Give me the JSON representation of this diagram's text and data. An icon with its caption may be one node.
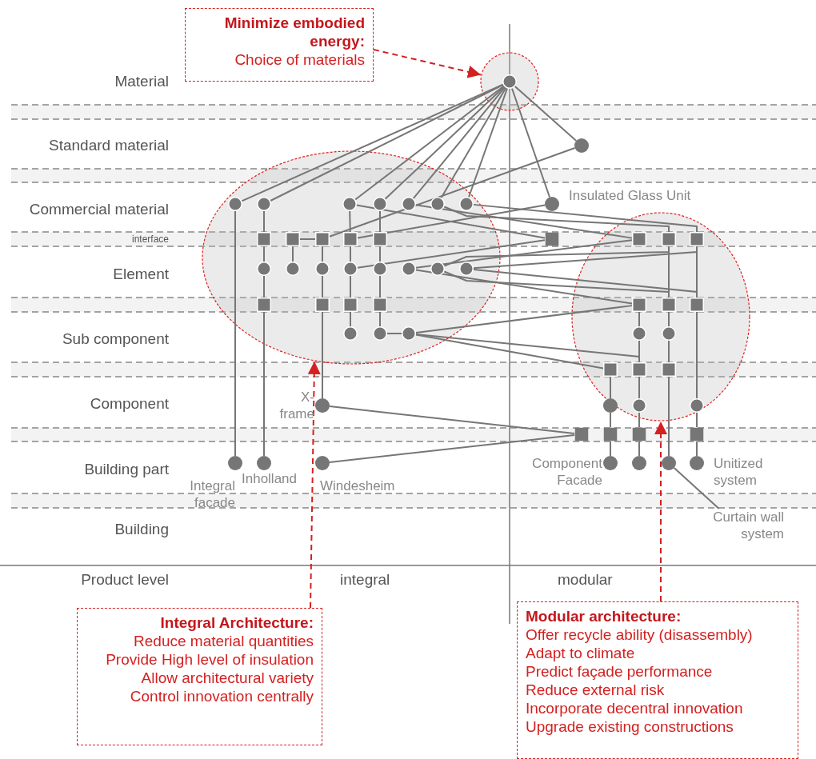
{
  "diagram": {
    "nodes": [
      {
        "text": [
          "Minimize embodied energy:",
          "Choice of materials"
        ]
      },
      {
        "text": [],
        "shape": "circle"
      },
      {
        "text": [],
        "shape": "circle",
        "in": 1
      },
      {
        "text": [],
        "shape": "circle"
      },
      {
        "text": [],
        "shape": "circle"
      },
      {
        "text": [],
        "shape": "circle",
        "in": 4
      },
      {
        "text": [],
        "shape": "circle",
        "in": 4
      },
      {
        "text": [],
        "shape": "circle",
        "in": 4
      },
      {
        "text": [],
        "shape": "circle",
        "in": 4
      },
      {
        "text": [],
        "shape": "circle",
        "in": 4
      },
      {
        "text": [],
        "shape": "circle",
        "in": 4
      },
      {
        "text": [],
        "shape": "circle",
        "in": 4
      },
      {
        "text": [],
        "shape": "circle",
        "beside": [
          "Insulated Glass Unit"
        ]
      },
      {
        "text": [],
        "shape": "box",
        "in": 4
      },
      {
        "text": [],
        "shape": "box",
        "in": 4
      },
      {
        "text": [],
        "shape": "box",
        "in": 4
      },
      {
        "text": [],
        "shape": "box",
        "in": 4
      },
      {
        "text": [],
        "shape": "box",
        "in": 4
      },
      {
        "text": [],
        "shape": "box"
      },
      {
        "text": [],
        "shape": "circle"
      },
      {
        "text": [],
        "shape": "box",
        "in": 19
      },
      {
        "text": [],
        "shape": "box",
        "in": 19
      },
      {
        "text": [],
        "shape": "box",
        "in": 19
      },
      {
        "text": [],
        "shape": "circle",
        "in": 4
      },
      {
        "text": [],
        "shape": "circle",
        "in": 4
      },
      {
        "text": [],
        "shape": "circle",
        "in": 4
      },
      {
        "text": [],
        "shape": "circle",
        "in": 4
      },
      {
        "text": [],
        "shape": "circle",
        "in": 4
      },
      {
        "text": [],
        "shape": "circle",
        "in": 4
      },
      {
        "text": [],
        "shape": "circle",
        "in": 4
      },
      {
        "text": [],
        "shape": "circle",
        "in": 4
      },
      {
        "text": [],
        "shape": "box",
        "in": 4
      },
      {
        "text": [],
        "shape": "box",
        "in": 4
      },
      {
        "text": [],
        "shape": "box",
        "in": 4
      },
      {
        "text": [],
        "shape": "box",
        "in": 4
      },
      {
        "text": [],
        "shape": "box",
        "in": 19
      },
      {
        "text": [],
        "shape": "box",
        "in": 19
      },
      {
        "text": [],
        "shape": "box",
        "in": 19
      },
      {
        "text": [],
        "shape": "circle",
        "in": 4
      },
      {
        "text": [],
        "shape": "circle",
        "in": 4
      },
      {
        "text": [],
        "shape": "circle",
        "in": 4
      },
      {
        "text": [],
        "shape": "circle",
        "in": 19
      },
      {
        "text": [],
        "shape": "circle",
        "in": 19
      },
      {
        "text": [],
        "shape": "box",
        "in": 19
      },
      {
        "text": [],
        "shape": "box",
        "in": 19
      },
      {
        "text": [],
        "shape": "box",
        "in": 19
      },
      {
        "text": [],
        "shape": "circle",
        "beside": [
          "X-frame"
        ]
      },
      {
        "text": [],
        "shape": "circle"
      },
      {
        "text": [],
        "shape": "circle",
        "in": 19
      },
      {
        "text": [],
        "shape": "circle",
        "in": 19
      },
      {
        "text": [],
        "shape": "box"
      },
      {
        "text": [],
        "shape": "box"
      },
      {
        "text": [],
        "shape": "box"
      },
      {
        "text": [],
        "shape": "box"
      },
      {
        "text": [],
        "shape": "circle",
        "beside": [
          "Integral facade"
        ]
      },
      {
        "text": [],
        "shape": "circle",
        "beside": [
          "Inholland"
        ]
      },
      {
        "text": [],
        "shape": "circle",
        "beside": [
          "Windesheim"
        ]
      },
      {
        "text": [],
        "shape": "circle",
        "beside": [
          "Component Facade"
        ]
      },
      {
        "text": [],
        "shape": "circle"
      },
      {
        "text": [],
        "shape": "circle"
      },
      {
        "text": [],
        "shape": "circle",
        "beside": [
          "Unitized system"
        ]
      },
      {
        "text": [
          "Curtain wall system"
        ]
      },
      {
        "text": [
          "Integral Architecture:",
          "Reduce material quantities",
          "Provide High level of insulation",
          "Allow architectural variety",
          "Control innovation centrally"
        ]
      },
      {
        "text": [
          "Modular architecture:",
          "Offer recycle ability (disassembly)",
          "Adapt to climate",
          "Predict façade performance",
          "Reduce external risk",
          "Incorporate decentral innovation",
          "Upgrade existing constructions"
        ]
      }
    ],
    "edges": [
      {
        "from": 0,
        "to": 1,
        "arrow": "to",
        "style": "dashed",
        "color": "#d42020"
      },
      {
        "from": 2,
        "to": 5,
        "arrow": "none"
      },
      {
        "from": 2,
        "to": 6,
        "arrow": "none"
      },
      {
        "from": 2,
        "to": 7,
        "arrow": "none"
      },
      {
        "from": 2,
        "to": 8,
        "arrow": "none"
      },
      {
        "from": 2,
        "to": 9,
        "arrow": "none"
      },
      {
        "from": 2,
        "to": 10,
        "arrow": "none"
      },
      {
        "from": 2,
        "to": 11,
        "arrow": "none"
      },
      {
        "from": 2,
        "to": 12,
        "arrow": "none"
      },
      {
        "from": 2,
        "to": 3,
        "arrow": "none"
      },
      {
        "from": 5,
        "to": 54,
        "arrow": "none"
      },
      {
        "from": 6,
        "to": 13,
        "arrow": "none"
      },
      {
        "from": 13,
        "to": 23,
        "arrow": "none"
      },
      {
        "from": 23,
        "to": 31,
        "arrow": "none"
      },
      {
        "from": 31,
        "to": 55,
        "arrow": "none"
      },
      {
        "from": 14,
        "to": 24,
        "arrow": "none"
      },
      {
        "from": 14,
        "to": 15,
        "arrow": "none"
      },
      {
        "from": 15,
        "to": 3,
        "arrow": "none"
      },
      {
        "from": 15,
        "to": 25,
        "arrow": "none"
      },
      {
        "from": 25,
        "to": 32,
        "arrow": "none"
      },
      {
        "from": 32,
        "to": 46,
        "arrow": "none"
      },
      {
        "from": 7,
        "to": 16,
        "arrow": "none"
      },
      {
        "from": 16,
        "to": 26,
        "arrow": "none"
      },
      {
        "from": 26,
        "to": 33,
        "arrow": "none"
      },
      {
        "from": 33,
        "to": 38,
        "arrow": "none"
      },
      {
        "from": 16,
        "to": 12,
        "arrow": "none"
      },
      {
        "from": 7,
        "to": 18,
        "arrow": "none"
      },
      {
        "from": 26,
        "to": 18,
        "arrow": "none"
      },
      {
        "from": 8,
        "to": 17,
        "arrow": "none"
      },
      {
        "from": 17,
        "to": 27,
        "arrow": "none"
      },
      {
        "from": 27,
        "to": 34,
        "arrow": "none"
      },
      {
        "from": 34,
        "to": 39,
        "arrow": "none"
      },
      {
        "from": 9,
        "to": 20,
        "arrow": "none"
      },
      {
        "from": 10,
        "to": 21,
        "arrow": "none"
      },
      {
        "from": 11,
        "to": 22,
        "arrow": "none"
      },
      {
        "from": 28,
        "to": 20,
        "arrow": "none"
      },
      {
        "from": 29,
        "to": 21,
        "arrow": "none"
      },
      {
        "from": 30,
        "to": 22,
        "arrow": "none"
      },
      {
        "from": 28,
        "to": 35,
        "arrow": "none"
      },
      {
        "from": 29,
        "to": 36,
        "arrow": "none"
      },
      {
        "from": 30,
        "to": 37,
        "arrow": "none"
      },
      {
        "from": 39,
        "to": 40,
        "arrow": "none"
      },
      {
        "from": 40,
        "to": 35,
        "arrow": "none"
      },
      {
        "from": 40,
        "to": 43,
        "arrow": "none"
      },
      {
        "from": 40,
        "to": 44,
        "arrow": "none"
      },
      {
        "from": 35,
        "to": 41,
        "arrow": "none"
      },
      {
        "from": 41,
        "to": 44,
        "arrow": "none"
      },
      {
        "from": 44,
        "to": 48,
        "arrow": "none"
      },
      {
        "from": 48,
        "to": 52,
        "arrow": "none"
      },
      {
        "from": 52,
        "to": 58,
        "arrow": "none"
      },
      {
        "from": 43,
        "to": 47,
        "arrow": "none"
      },
      {
        "from": 47,
        "to": 51,
        "arrow": "none"
      },
      {
        "from": 51,
        "to": 57,
        "arrow": "none"
      },
      {
        "from": 21,
        "to": 36,
        "arrow": "none"
      },
      {
        "from": 36,
        "to": 42,
        "arrow": "none"
      },
      {
        "from": 42,
        "to": 45,
        "arrow": "none"
      },
      {
        "from": 45,
        "to": 59,
        "arrow": "none"
      },
      {
        "from": 22,
        "to": 37,
        "arrow": "none"
      },
      {
        "from": 37,
        "to": 49,
        "arrow": "none"
      },
      {
        "from": 49,
        "to": 53,
        "arrow": "none"
      },
      {
        "from": 53,
        "to": 60,
        "arrow": "none"
      },
      {
        "from": 46,
        "to": 50,
        "arrow": "none"
      },
      {
        "from": 56,
        "to": 50,
        "arrow": "none"
      },
      {
        "from": 61,
        "to": 59,
        "arrow": "none"
      },
      {
        "from": 62,
        "to": 4,
        "arrow": "to",
        "style": "dashed",
        "color": "#d42020"
      },
      {
        "from": 63,
        "to": 19,
        "arrow": "to",
        "style": "dashed",
        "color": "#d42020"
      }
    ],
    "labels": [
      "Material",
      "Standard material",
      "Commercial material",
      "interface",
      "Element",
      "Sub component",
      "Component",
      "Building part",
      "Building",
      "Product level",
      "integral",
      "modular"
    ]
  }
}
